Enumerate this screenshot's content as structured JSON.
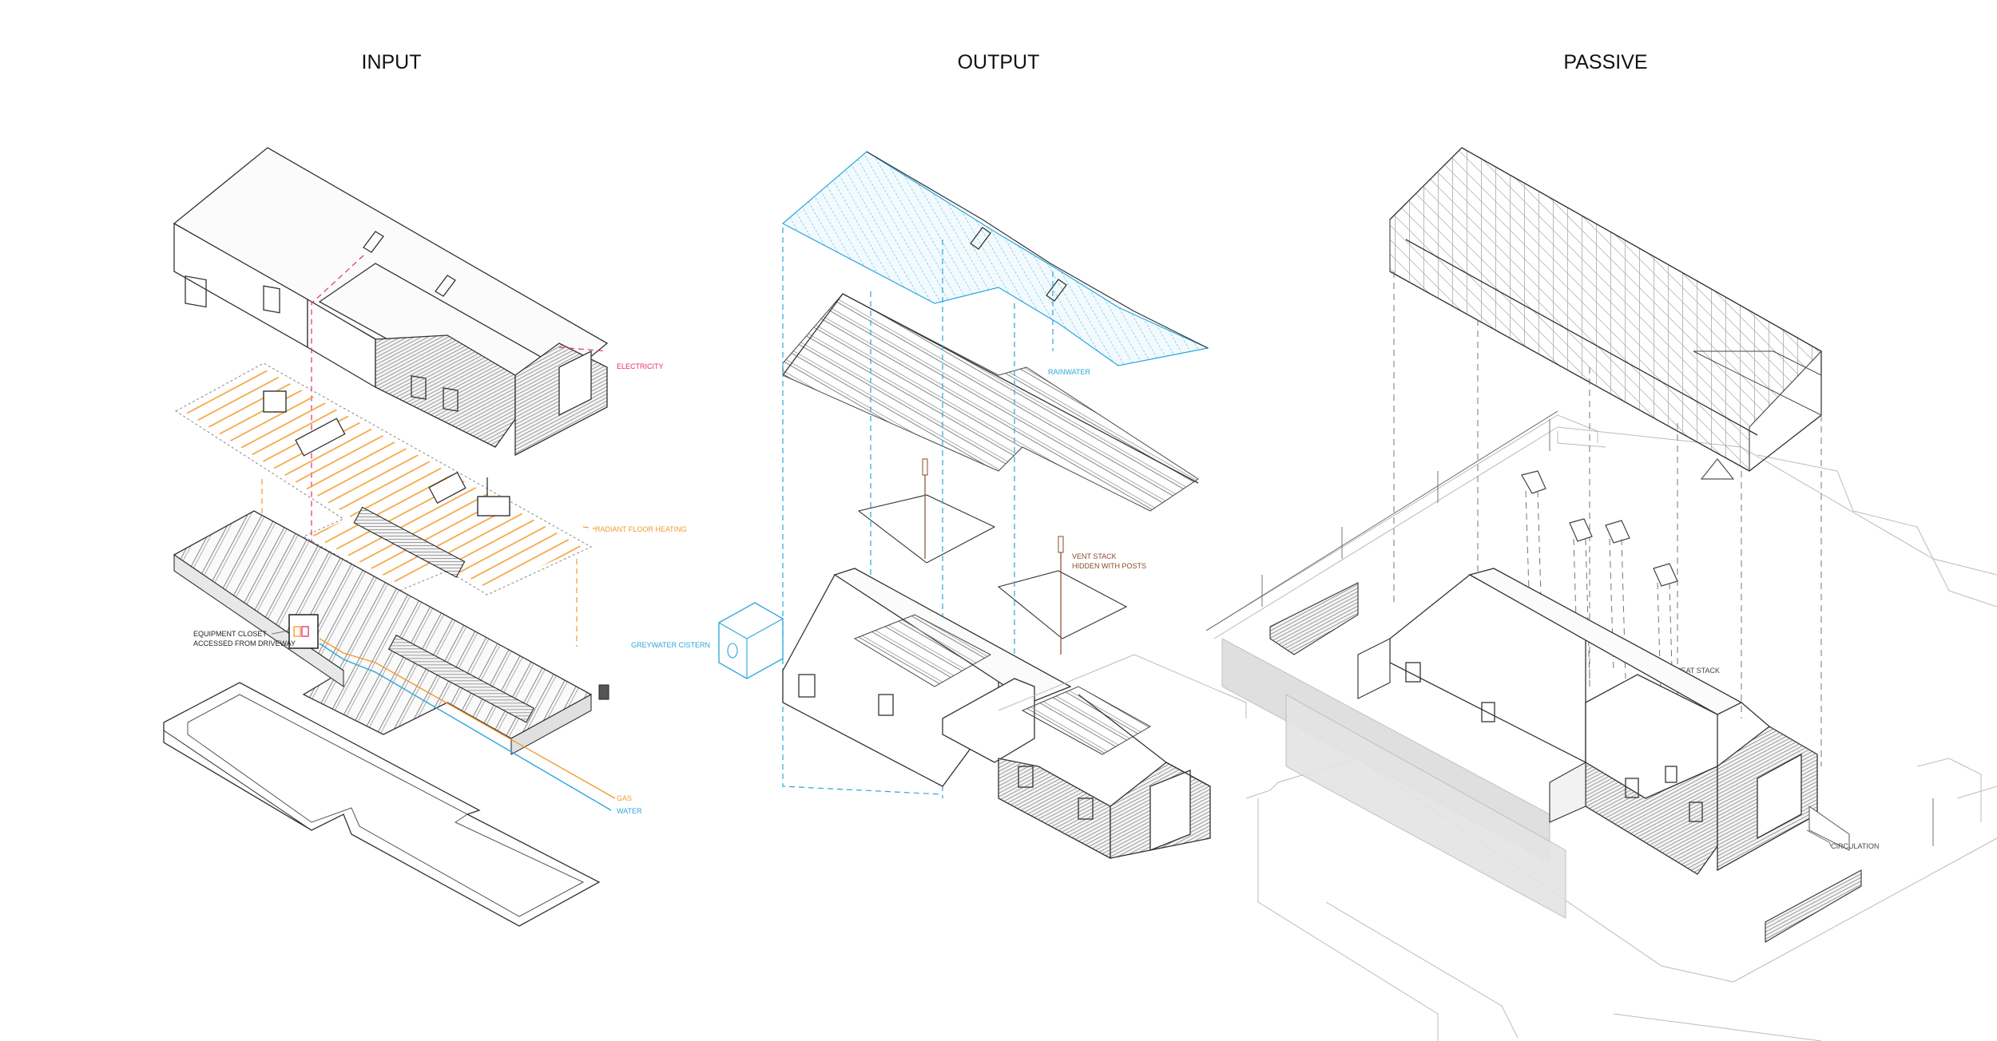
{
  "panels": [
    {
      "title": "INPUT"
    },
    {
      "title": "OUTPUT"
    },
    {
      "title": "PASSIVE"
    }
  ],
  "annotations": {
    "electricity": "ELECTRICITY",
    "radiant_floor_heating": "RADIANT FLOOR HEATING",
    "equipment_closet_line1": "EQUIPMENT CLOSET",
    "equipment_closet_line2": "ACCESSED FROM DRIVEWAY",
    "gas": "GAS",
    "water": "WATER",
    "rainwater": "RAINWATER",
    "vent_stack_line1": "VENT STACK",
    "vent_stack_line2": "HIDDEN WITH POSTS",
    "greywater_cistern": "GREYWATER CISTERN",
    "heat_stack": "HEAT STACK",
    "circulation": "CIRCULATION"
  },
  "colors": {
    "electricity": "#e8297a",
    "heating": "#f39a2b",
    "water": "#2aa6dc",
    "vent": "#8a4a2b",
    "line": "#333333",
    "grey": "#d8d8d8"
  }
}
